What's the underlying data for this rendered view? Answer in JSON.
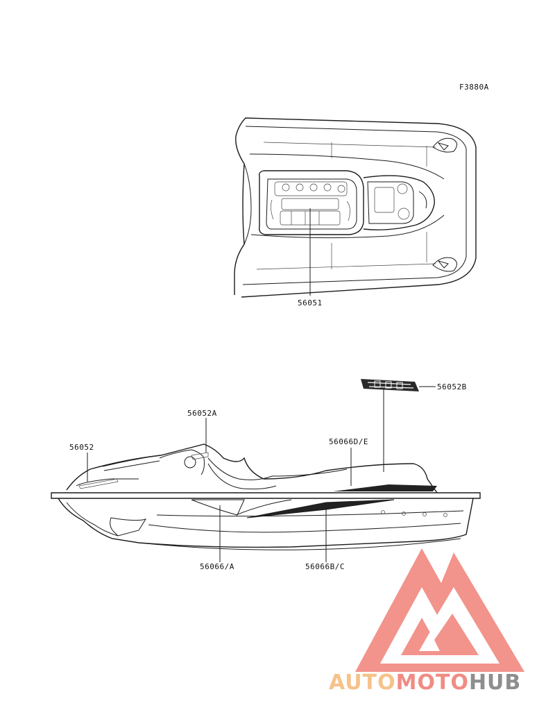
{
  "diagram": {
    "figure_code": "F3880A",
    "top_view": {
      "part_labels": {
        "deck_decal": "56051"
      }
    },
    "side_view": {
      "part_labels": {
        "logo_decal": "56052B",
        "side_decal_upper": "56052A",
        "side_decal_front": "56052",
        "stripe_rear": "56066D/E",
        "hull_decal": "56066/A",
        "stripe_lower": "56066B/C"
      }
    }
  },
  "watermark": {
    "word_part1": "AUTO",
    "word_part2": "MOTO",
    "word_part3": "HUB",
    "colors": {
      "orange": "#f6c28a",
      "red": "#f08c84",
      "gray": "#8e8e8e"
    }
  }
}
